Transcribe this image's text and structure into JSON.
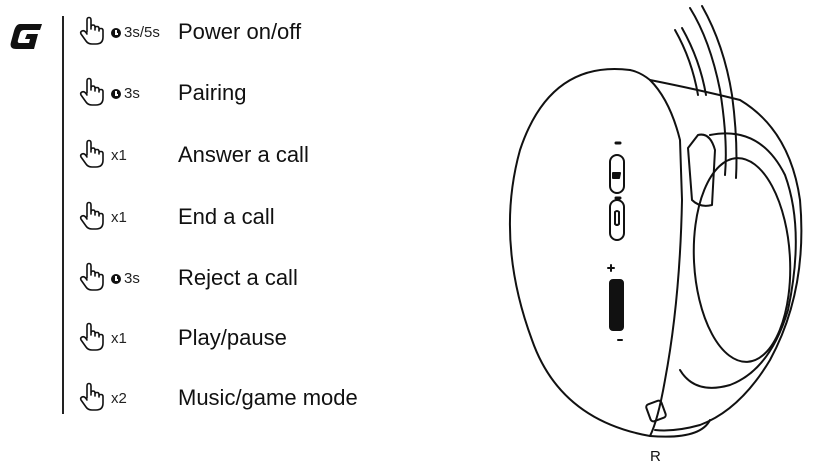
{
  "logo": {
    "icon": "g-logo-icon"
  },
  "controls": [
    {
      "gesture_icon": "tap-hand-icon",
      "hold": true,
      "modifier": "3s/5s",
      "label": "Power on/off"
    },
    {
      "gesture_icon": "tap-hand-icon",
      "hold": true,
      "modifier": "3s",
      "label": "Pairing"
    },
    {
      "gesture_icon": "tap-hand-icon",
      "hold": false,
      "modifier": "x1",
      "label": "Answer a call"
    },
    {
      "gesture_icon": "tap-hand-icon",
      "hold": false,
      "modifier": "x1",
      "label": "End a call"
    },
    {
      "gesture_icon": "tap-hand-icon",
      "hold": true,
      "modifier": "3s",
      "label": "Reject a call"
    },
    {
      "gesture_icon": "tap-hand-icon",
      "hold": false,
      "modifier": "x1",
      "label": "Play/pause"
    },
    {
      "gesture_icon": "tap-hand-icon",
      "hold": false,
      "modifier": "x2",
      "label": "Music/game mode"
    }
  ],
  "illustration": {
    "side_label": "R",
    "volume_plus": "+",
    "volume_minus": "−"
  }
}
